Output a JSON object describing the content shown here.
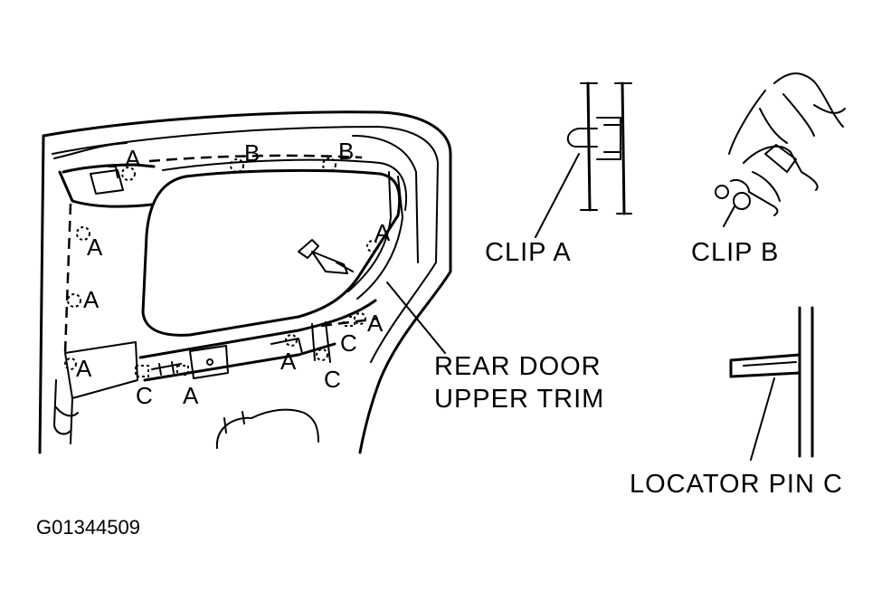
{
  "labels": {
    "clip_a": "CLIP A",
    "clip_b": "CLIP B",
    "trim_line1": "REAR DOOR",
    "trim_line2": "UPPER TRIM",
    "locator": "LOCATOR PIN C",
    "figure_code": "G01344509"
  },
  "callouts": {
    "a": "A",
    "b": "B",
    "c": "C"
  }
}
